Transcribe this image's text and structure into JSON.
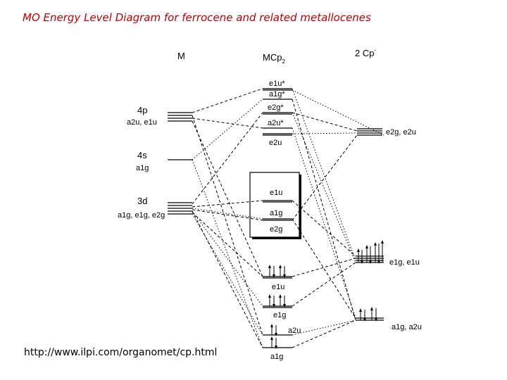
{
  "title": "MO Energy Level Diagram for ferrocene and related metallocenes",
  "source_url": "http://www.ilpi.com/organomet/cp.html",
  "columns": {
    "metal": "M",
    "complex": "MCp",
    "complex_sub": "2",
    "ligand": "2 Cp",
    "ligand_sup": "-"
  },
  "metal_levels": [
    {
      "orbital": "4p",
      "sym": "a2u, e1u"
    },
    {
      "orbital": "4s",
      "sym": "a1g"
    },
    {
      "orbital": "3d",
      "sym": "a1g, e1g, e2g"
    }
  ],
  "complex_levels": [
    {
      "sym": "e1u*"
    },
    {
      "sym": "a1g*"
    },
    {
      "sym": "e2g*"
    },
    {
      "sym": "a2u*"
    },
    {
      "sym": "e2u"
    },
    {
      "sym": "e1u"
    },
    {
      "sym": "a1g"
    },
    {
      "sym": "e2g"
    },
    {
      "sym": "e1u"
    },
    {
      "sym": "e1g"
    },
    {
      "sym": "a2u"
    },
    {
      "sym": "a1g"
    }
  ],
  "ligand_levels": [
    {
      "sym": "e2g, e2u"
    },
    {
      "sym": "e1g, e1u"
    },
    {
      "sym": "a1g, a2u"
    }
  ]
}
